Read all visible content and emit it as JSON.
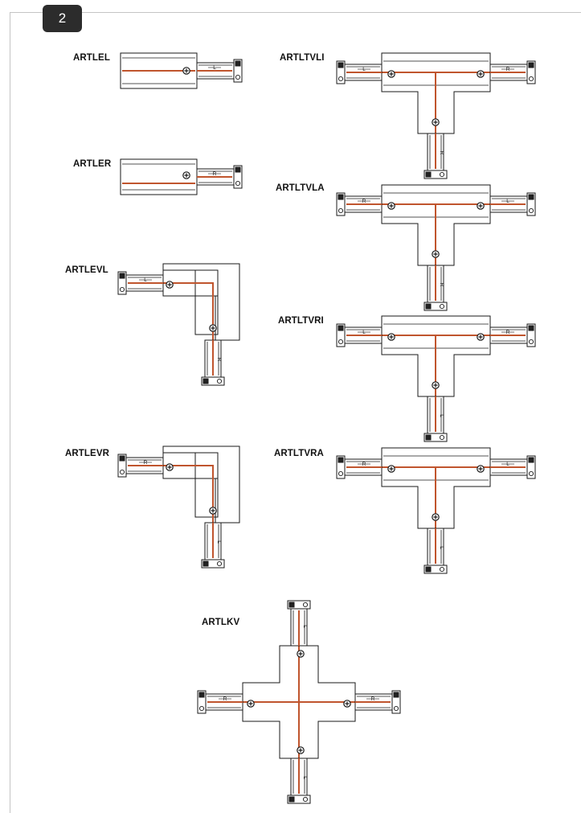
{
  "page": {
    "number": "2"
  },
  "connectors": [
    {
      "code": "ARTLEL",
      "polarity": [
        "L"
      ]
    },
    {
      "code": "ARTLER",
      "polarity": [
        "R"
      ]
    },
    {
      "code": "ARTLEVL",
      "polarity": [
        "L",
        "R"
      ]
    },
    {
      "code": "ARTLEVR",
      "polarity": [
        "R",
        "L"
      ]
    },
    {
      "code": "ARTLTVLI",
      "polarity": [
        "L",
        "R",
        "R"
      ]
    },
    {
      "code": "ARTLTVLA",
      "polarity": [
        "R",
        "L",
        "R"
      ]
    },
    {
      "code": "ARTLTVRI",
      "polarity": [
        "L",
        "R",
        "L"
      ]
    },
    {
      "code": "ARTLTVRA",
      "polarity": [
        "R",
        "L",
        "L"
      ]
    },
    {
      "code": "ARTLKV",
      "polarity": [
        "L",
        "R",
        "R",
        "L"
      ]
    }
  ],
  "colors": {
    "wire": "#c0552e",
    "line": "#1a1a1a",
    "frame": "#c4c4c4",
    "badge": "#2c2c2c"
  }
}
